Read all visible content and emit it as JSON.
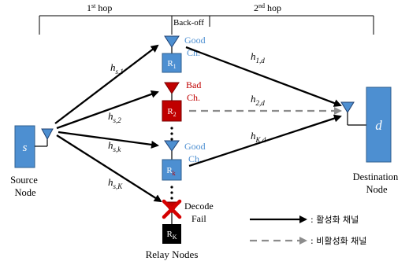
{
  "hops": {
    "first": {
      "base": "1",
      "sup": "st",
      "tail": " hop"
    },
    "second": {
      "base": "2",
      "sup": "nd",
      "tail": " hop"
    },
    "backoff": "Back-off"
  },
  "source": {
    "symbol": "s",
    "label_line1": "Source",
    "label_line2": "Node"
  },
  "destination": {
    "symbol": "d",
    "label_line1": "Destination",
    "label_line2": "Node"
  },
  "relays": {
    "r1": {
      "base": "R",
      "sub": "1",
      "status_line1": "Good",
      "status_line2": "Ch."
    },
    "r2": {
      "base": "R",
      "sub": "2",
      "status_line1": "Bad",
      "status_line2": "Ch."
    },
    "rk": {
      "base": "R",
      "sub": "k",
      "status_line1": "Good",
      "status_line2": "Ch."
    },
    "rK": {
      "base": "R",
      "sub": "K",
      "status_line1": "Decode",
      "status_line2": "Fail"
    },
    "group_label": "Relay Nodes",
    "dots": "⋮"
  },
  "channels": {
    "hs1": {
      "base": "h",
      "sub": "s,1"
    },
    "hs2": {
      "base": "h",
      "sub": "s,2"
    },
    "hsk": {
      "base": "h",
      "sub": "s,k"
    },
    "hsK": {
      "base": "h",
      "sub": "s,K"
    },
    "h1d": {
      "base": "h",
      "sub": "1,d"
    },
    "h2d": {
      "base": "h",
      "sub": "2,d"
    },
    "hKd": {
      "base": "h",
      "sub": "K,d"
    }
  },
  "legend": {
    "active": ": 활성화 채널",
    "inactive": ": 비활성화 채널"
  },
  "colors": {
    "blue": "#4d8fd1",
    "red": "#c00000",
    "good_text": "#4d8fd1",
    "bad_text": "#c00000",
    "dashed": "#8c8c8c"
  }
}
